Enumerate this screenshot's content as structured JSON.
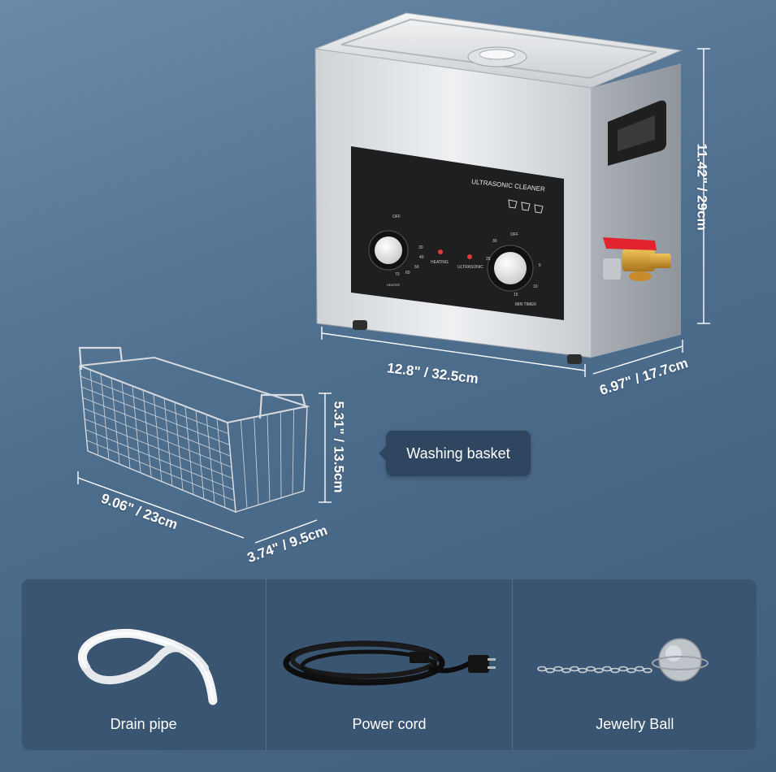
{
  "device": {
    "panel_title": "ULTRASONIC CLEANER",
    "heating_label": "HEATING",
    "ultrasonic_label": "ULTRASONIC",
    "left_knob_top": "OFF",
    "left_knob_ticks": [
      "30",
      "40",
      "50",
      "60",
      "70"
    ],
    "right_knob_top": "OFF",
    "right_knob_ticks": [
      "30",
      "25",
      "5",
      "10",
      "15"
    ],
    "timer_label": "MIN TIMER",
    "heater_label": "HEATER"
  },
  "dimensions": {
    "height": "11.42\" / 29cm",
    "width": "12.8\" / 32.5cm",
    "depth": "6.97\" / 17.7cm",
    "basket_height": "5.31\" / 13.5cm",
    "basket_width": "9.06\" / 23cm",
    "basket_depth": "3.74\" / 9.5cm"
  },
  "basket_tag": "Washing basket",
  "accessories": [
    {
      "label": "Drain pipe",
      "icon": "drain-pipe-icon"
    },
    {
      "label": "Power cord",
      "icon": "power-cord-icon"
    },
    {
      "label": "Jewelry Ball",
      "icon": "jewelry-ball-icon"
    }
  ],
  "colors": {
    "background": "#4e6e8e",
    "panel": "#3a5571",
    "tag": "#2e4660",
    "valve": "#e0232e"
  }
}
